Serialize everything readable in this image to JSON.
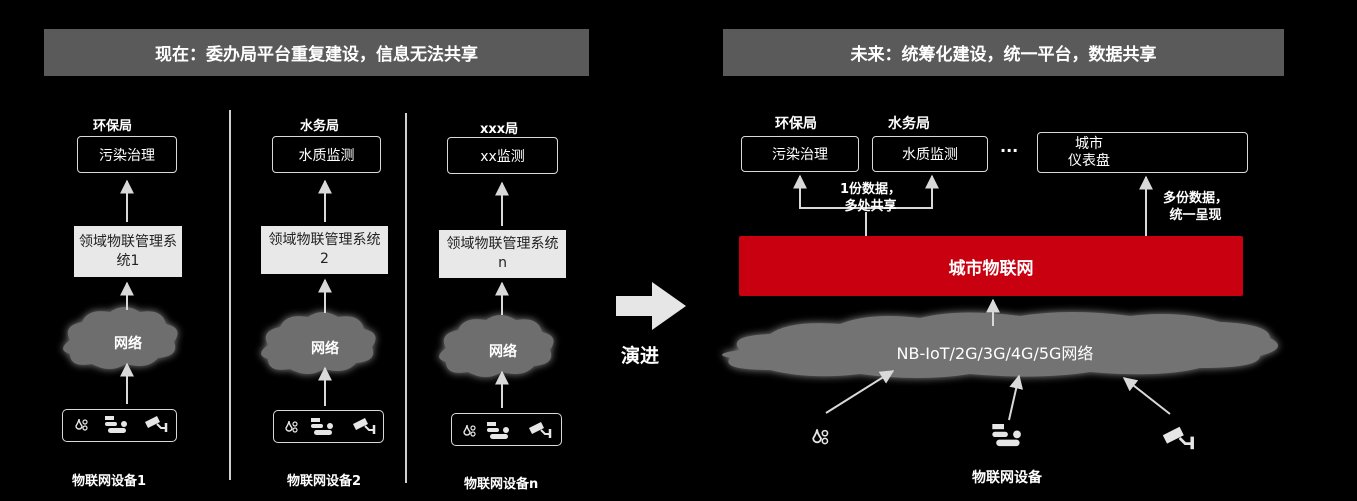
{
  "left_header": "现在：委办局平台重复建设，信息无法共享",
  "right_header": "未来：统筹化建设，统一平台，数据共享",
  "evolve_label": "演进",
  "left_columns": [
    {
      "agency": "环保局",
      "app": "污染治理",
      "mgmt": "领域物联管理系统1",
      "network": "网络",
      "device_label": "物联网设备1"
    },
    {
      "agency": "水务局",
      "app": "水质监测",
      "mgmt": "领域物联管理系统2",
      "network": "网络",
      "device_label": "物联网设备2"
    },
    {
      "agency": "xxx局",
      "app": "xx监测",
      "mgmt": "领域物联管理系统n",
      "network": "网络",
      "device_label": "物联网设备n"
    }
  ],
  "right": {
    "agency1": "环保局",
    "app1": "污染治理",
    "agency2": "水务局",
    "app2": "水质监测",
    "ellipsis": "···",
    "dashboard_line1": "城市",
    "dashboard_line2": "仪表盘",
    "share_note_line1": "1份数据，",
    "share_note_line2": "多处共享",
    "present_note_line1": "多份数据，",
    "present_note_line2": "统一呈现",
    "platform": "城市物联网",
    "network": "NB-IoT/2G/3G/4G/5G网络",
    "device_label": "物联网设备"
  },
  "icons": [
    "water-drops-icon",
    "sensor-meter-icon",
    "surveillance-camera-icon"
  ],
  "colors": {
    "red": "#c8000f",
    "header_bg": "#5a5a5a",
    "background": "#000000"
  }
}
